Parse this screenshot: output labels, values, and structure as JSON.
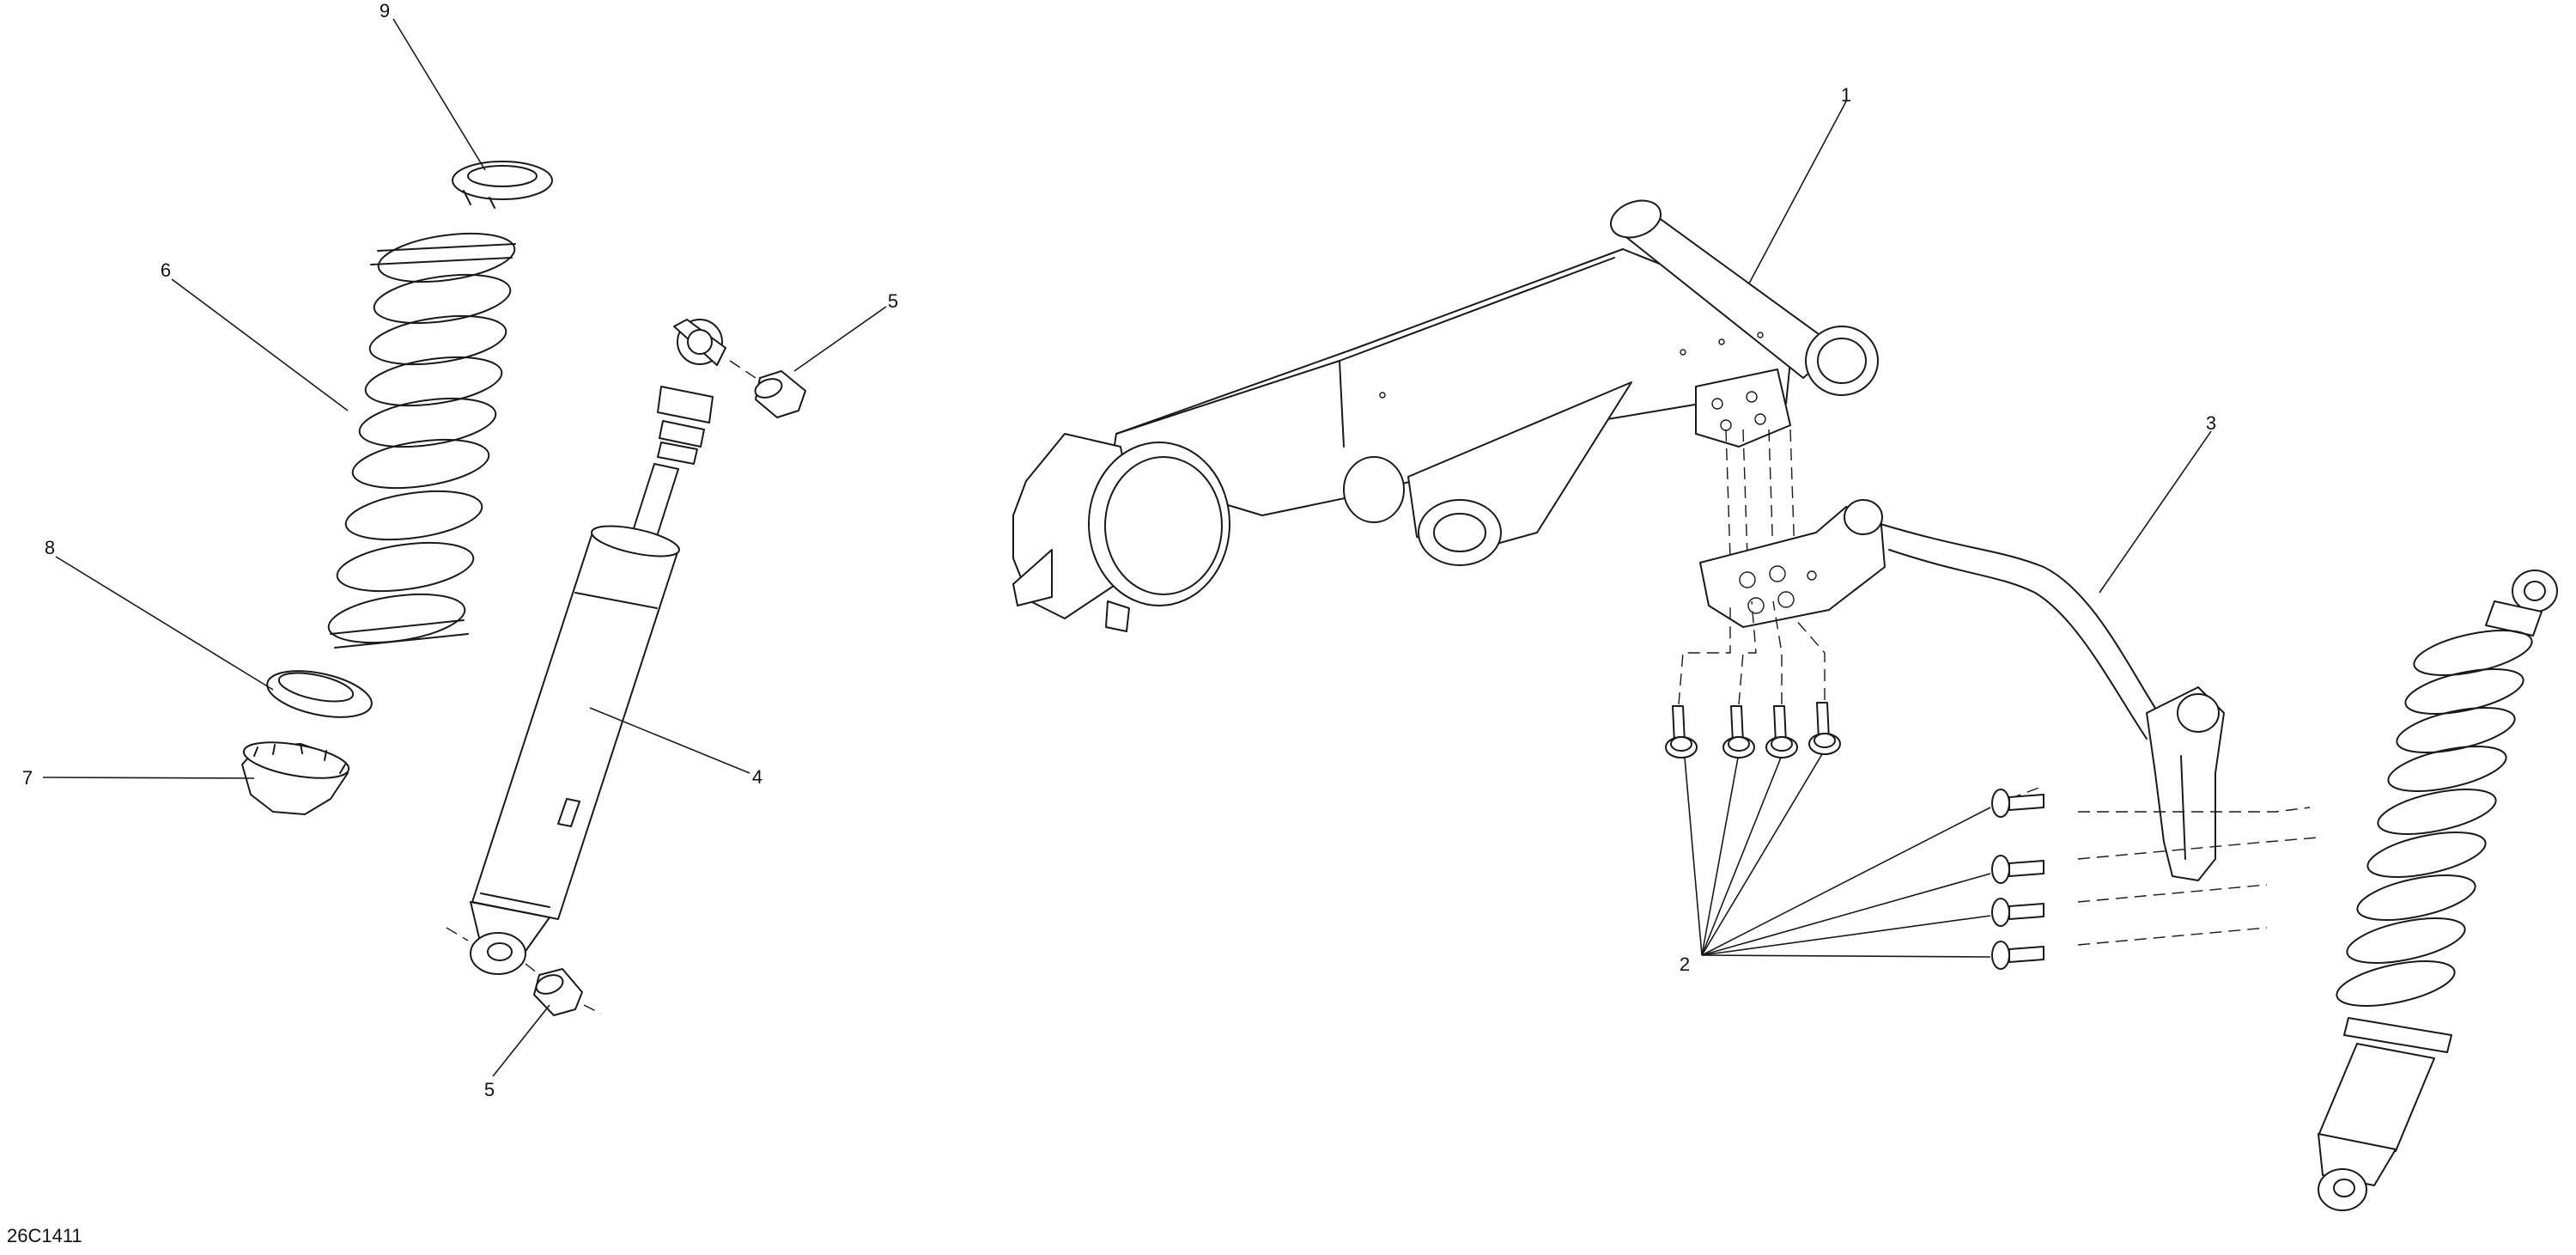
{
  "drawing_code": "26C1411",
  "callouts": {
    "c1": "1",
    "c2": "2",
    "c3": "3",
    "c4": "4",
    "c5a": "5",
    "c5b": "5",
    "c6": "6",
    "c7": "7",
    "c8": "8",
    "c9": "9"
  }
}
